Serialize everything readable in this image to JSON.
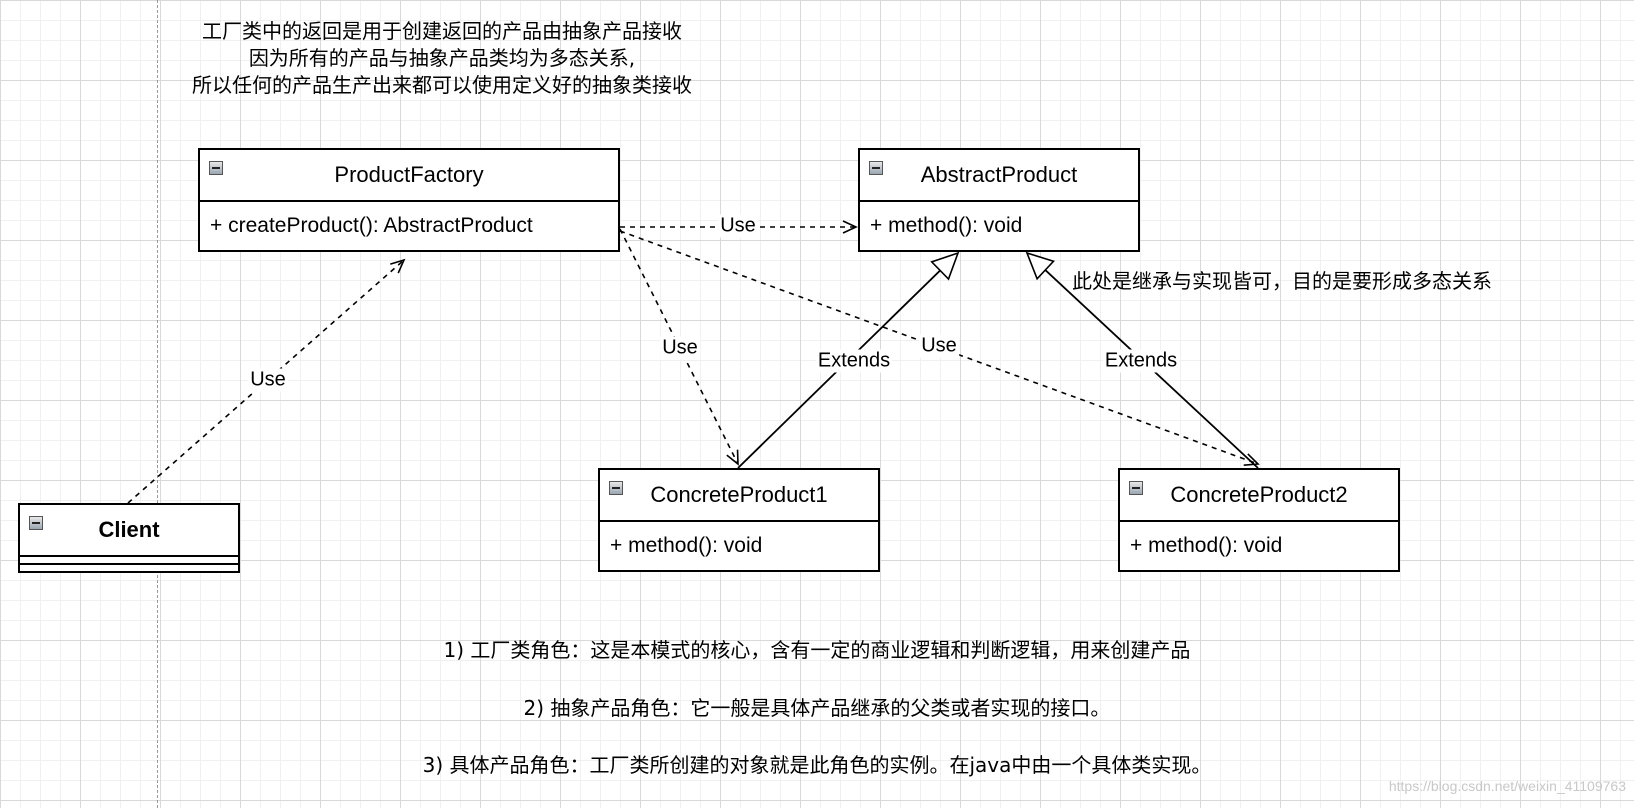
{
  "notes": {
    "top_line1": "工厂类中的返回是用于创建返回的产品由抽象产品接收",
    "top_line2": "因为所有的产品与抽象产品类均为多态关系,",
    "top_line3": "所以任何的产品生产出来都可以使用定义好的抽象类接收",
    "right_note": "此处是继承与实现皆可，目的是要形成多态关系",
    "role1": "1) 工厂类角色：这是本模式的核心，含有一定的商业逻辑和判断逻辑，用来创建产品",
    "role2": "2) 抽象产品角色：它一般是具体产品继承的父类或者实现的接口。",
    "role3": "3) 具体产品角色：工厂类所创建的对象就是此角色的实例。在java中由一个具体类实现。"
  },
  "classes": {
    "product_factory": {
      "name": "ProductFactory",
      "member": "+ createProduct(): AbstractProduct"
    },
    "abstract_product": {
      "name": "AbstractProduct",
      "member": "+ method(): void"
    },
    "concrete_product1": {
      "name": "ConcreteProduct1",
      "member": "+ method(): void"
    },
    "concrete_product2": {
      "name": "ConcreteProduct2",
      "member": "+ method(): void"
    },
    "client": {
      "name": "Client"
    }
  },
  "relations": {
    "use_factory_abstract": "Use",
    "use_factory_cp1": "Use",
    "use_factory_cp2": "Use",
    "use_client_factory": "Use",
    "extends_cp1": "Extends",
    "extends_cp2": "Extends"
  },
  "watermark": "https://blog.csdn.net/weixin_41109763"
}
